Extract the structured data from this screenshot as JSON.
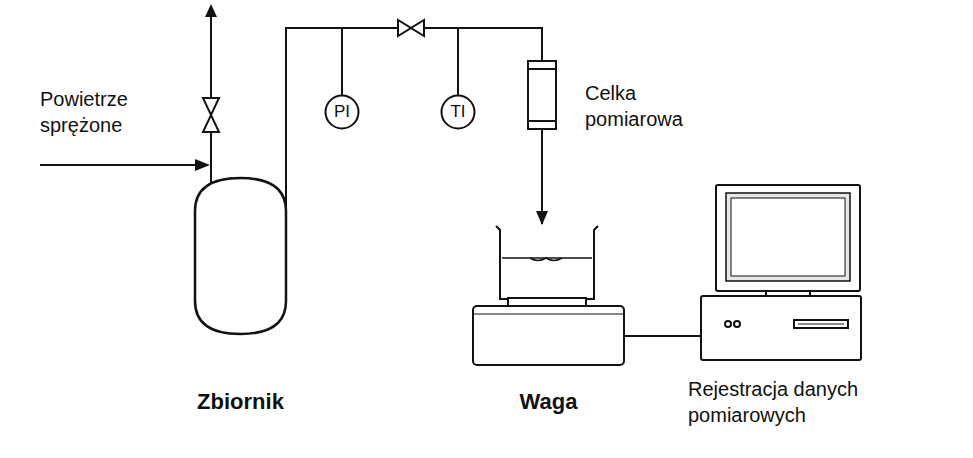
{
  "diagram": {
    "nodes": [
      {
        "text": [
          "Zbiornik"
        ]
      },
      {
        "text": [
          "PI"
        ]
      },
      {
        "text": [
          "TI"
        ]
      },
      {
        "text": [
          "Celka pomiarowa"
        ]
      },
      {
        "text": [
          "Waga"
        ]
      },
      {
        "text": [
          "Rejestracja danych pomiarowych"
        ]
      }
    ],
    "edges": [
      {
        "from": 0,
        "to": 3,
        "arrow": "none"
      },
      {
        "from": 3,
        "to": 4,
        "arrow": "to"
      },
      {
        "from": 4,
        "to": 5,
        "arrow": "none"
      }
    ],
    "labels": [
      "Powietrze sprężone"
    ]
  }
}
